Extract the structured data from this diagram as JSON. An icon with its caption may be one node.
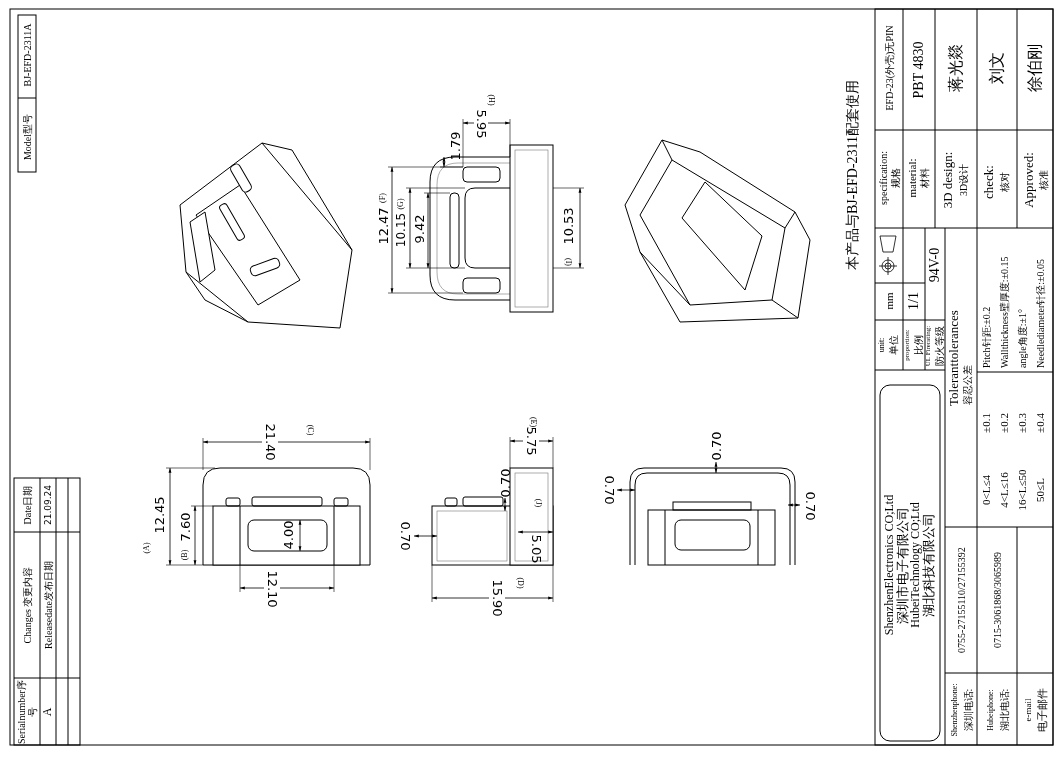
{
  "diagram": {
    "labels": [
      "Model型号",
      "BJ-EFD-2311A",
      "Serialnumber序号",
      "Changes 变更内容",
      "Date日期",
      "A",
      "Releasedate发布日期",
      "21.09.24",
      "21.40",
      "(C)",
      "(A)",
      "12.45",
      "(B)",
      "7.60",
      "4.00",
      "12.10",
      "(E)",
      "5.75",
      "0.70",
      "(J)",
      "0.70",
      "5.05",
      "(D)",
      "15.90",
      "0.70",
      "0.70",
      "0.70",
      "(H)",
      "5.95",
      "1.79",
      "(F)",
      "12.47",
      "(G)",
      "10.15",
      "9.42",
      "(I)",
      "10.53",
      "本产品与BJ-EFD-2311配套使用",
      "specification:",
      "规格",
      "EFD-23(外壳)无PIN",
      "material:",
      "材料",
      "PBT 4830",
      "3D design:",
      "3D设计",
      "蒋光燚",
      "check:",
      "核对",
      "刘文",
      "Approved:",
      "核准",
      "徐伯刚",
      "unit:",
      "单位",
      "mm",
      "proportion:",
      "比例",
      "1/1",
      "UL Firerating:",
      "防火等级",
      "94V-0",
      "Toleranttolerances",
      "容忍公差",
      "Pitch针距:±0.2",
      "Wallthickness壁厚度:±0.15",
      "angle角度:±1°",
      "Needlediameter针径:±0.05",
      "0<L≤4",
      "±0.1",
      "4<L≤16",
      "±0.2",
      "16<L≤50",
      "±0.3",
      "50≤L",
      "±0.4",
      "ShenzhenElectronics CO;Ltd",
      "深圳市电子有限公司",
      "HubeiTechnology CO;Ltd",
      "湖北科技有限公司",
      "Shenzhenphone:",
      "深圳电话:",
      "0755-27155110/27155392",
      "Hubeiphone:",
      "湖北电话:",
      "0715-3061868/3065989",
      "e-mail",
      "电子邮件"
    ]
  }
}
